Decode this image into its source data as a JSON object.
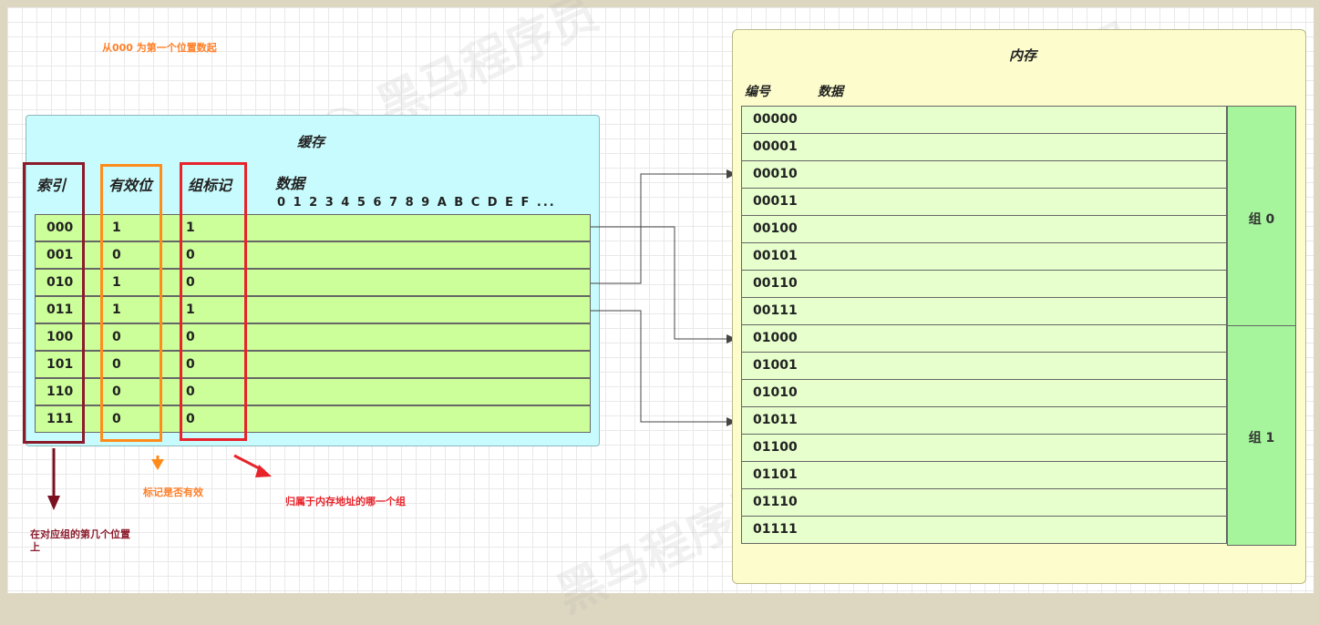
{
  "notes": {
    "top_note": "从000 为第一个位置数起",
    "index_note": "在对应组的第几个位置上",
    "valid_note": "标记是否有效",
    "tag_note": "归属于内存地址的哪一个组"
  },
  "cache": {
    "title": "缓存",
    "headers": {
      "index": "索引",
      "valid": "有效位",
      "tag": "组标记",
      "data": "数据"
    },
    "data_columns": "0 1 2 3 4 5 6 7 8 9 A B C D E F ...",
    "rows": [
      {
        "index": "000",
        "valid": "1",
        "tag": "1"
      },
      {
        "index": "001",
        "valid": "0",
        "tag": "0"
      },
      {
        "index": "010",
        "valid": "1",
        "tag": "0"
      },
      {
        "index": "011",
        "valid": "1",
        "tag": "1"
      },
      {
        "index": "100",
        "valid": "0",
        "tag": "0"
      },
      {
        "index": "101",
        "valid": "0",
        "tag": "0"
      },
      {
        "index": "110",
        "valid": "0",
        "tag": "0"
      },
      {
        "index": "111",
        "valid": "0",
        "tag": "0"
      }
    ]
  },
  "memory": {
    "title": "内存",
    "headers": {
      "number": "编号",
      "data": "数据"
    },
    "rows": [
      "00000",
      "00001",
      "00010",
      "00011",
      "00100",
      "00101",
      "00110",
      "00111",
      "01000",
      "01001",
      "01010",
      "01011",
      "01100",
      "01101",
      "01110",
      "01111"
    ],
    "groups": [
      {
        "label": "组 0"
      },
      {
        "label": "组 1"
      }
    ]
  },
  "colors": {
    "index_frame": "#8b1a2b",
    "valid_frame": "#ff8c1a",
    "tag_frame": "#e8232a",
    "cache_bg": "#c8fbfd",
    "cache_row": "#ccff99",
    "memory_bg": "#fcfccc",
    "memory_row": "#e6ffcc",
    "group_bg": "#a6f59c"
  },
  "icons": [
    "arrow-down-icon",
    "arrow-right-icon",
    "connector-arrow-icon"
  ]
}
